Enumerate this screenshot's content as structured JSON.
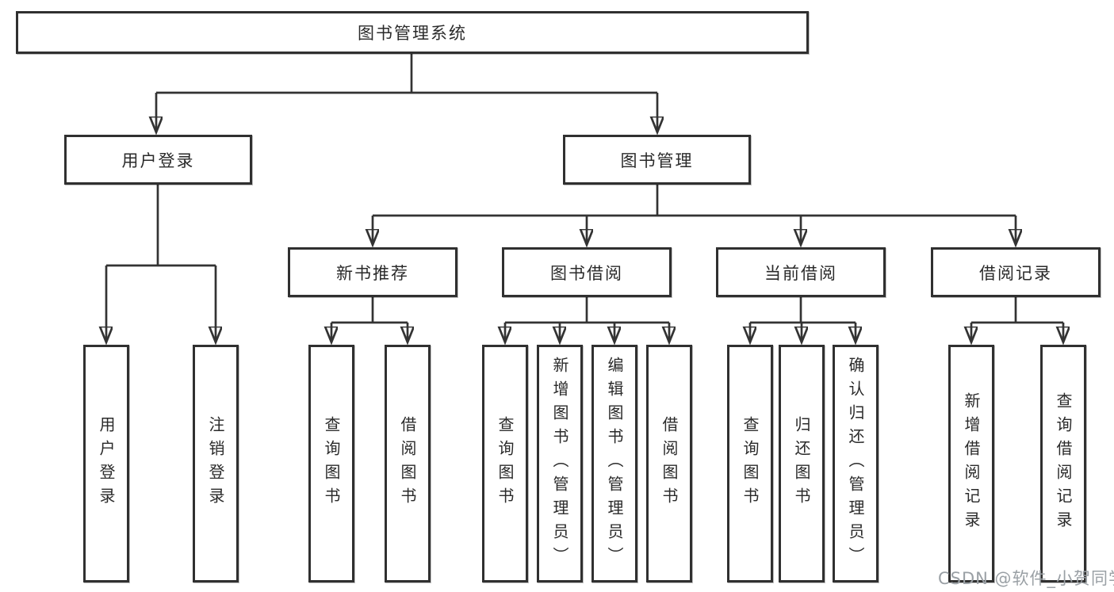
{
  "diagram": {
    "type": "hierarchy-tree",
    "watermark": "CSDN @软件_小贺同学",
    "colors": {
      "background": "#ffffff",
      "line": "#333333",
      "box_border": "#303030",
      "text": "#2a2a2a",
      "watermark": "#9aa0a5"
    },
    "nodes": {
      "root": "图书管理系统",
      "user_login": "用户登录",
      "book_management": "图书管理",
      "new_book_recommend": "新书推荐",
      "book_borrow": "图书借阅",
      "current_borrow": "当前借阅",
      "borrow_records": "借阅记录",
      "leaf_user_login": "用户登录",
      "leaf_logout": "注销登录",
      "leaf_recommend_query": "查询图书",
      "leaf_recommend_borrow": "借阅图书",
      "leaf_borrow_query": "查询图书",
      "leaf_borrow_add": "新增图书（管理员）",
      "leaf_borrow_edit": "编辑图书（管理员）",
      "leaf_borrow_borrow": "借阅图书",
      "leaf_current_query": "查询图书",
      "leaf_current_return": "归还图书",
      "leaf_current_confirm": "确认归还（管理员）",
      "leaf_records_add": "新增借阅记录",
      "leaf_records_query": "查询借阅记录"
    },
    "hierarchy": {
      "root": [
        "user_login",
        "book_management"
      ],
      "user_login": [
        "leaf_user_login",
        "leaf_logout"
      ],
      "book_management": [
        "new_book_recommend",
        "book_borrow",
        "current_borrow",
        "borrow_records"
      ],
      "new_book_recommend": [
        "leaf_recommend_query",
        "leaf_recommend_borrow"
      ],
      "book_borrow": [
        "leaf_borrow_query",
        "leaf_borrow_add",
        "leaf_borrow_edit",
        "leaf_borrow_borrow"
      ],
      "current_borrow": [
        "leaf_current_query",
        "leaf_current_return",
        "leaf_current_confirm"
      ],
      "borrow_records": [
        "leaf_records_add",
        "leaf_records_query"
      ]
    }
  }
}
